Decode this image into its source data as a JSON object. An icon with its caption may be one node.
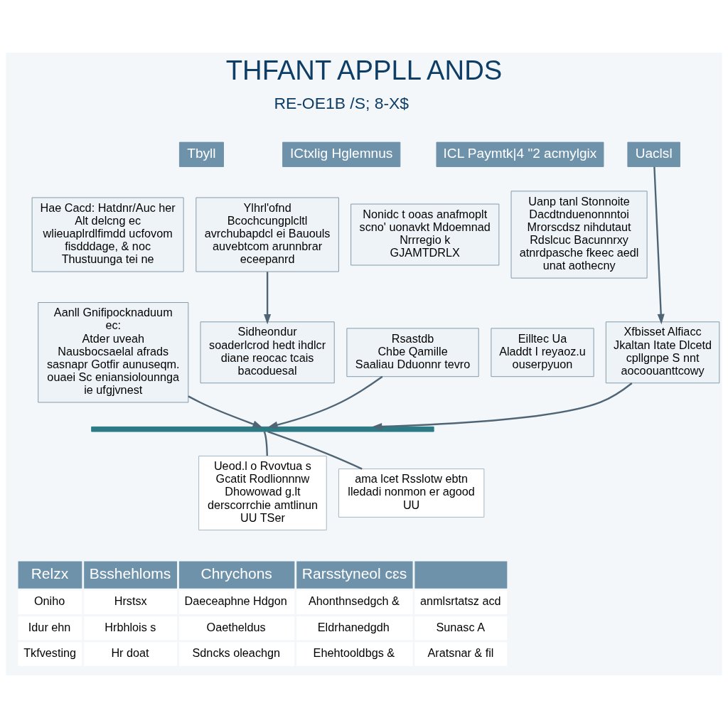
{
  "diagram": {
    "title": "THFANT APPLL ANDS",
    "nodes": [
      {
        "text": [
          "Tbyll"
        ]
      },
      {
        "text": [
          "ICtxlig Hglemnus"
        ]
      },
      {
        "text": [
          "ICL Paymtk|4 \"2 acmylgix"
        ]
      },
      {
        "text": [
          "Uaclsl"
        ]
      },
      {
        "text": [
          "Hae Cacd: Hatdnr/Auc her",
          "Alt delcng ec wlieuaplrdlfimdd ucfovom fisdddage, & noc Thustuunga tei ne"
        ]
      },
      {
        "text": [
          "Ylhrl'ofnd",
          "Bcochcungplcltl avrchubapdcl ei Bauouls auvebtcom arunnbrar eceepanrd"
        ]
      },
      {
        "text": [
          "Nonidc t ooas anafmoplt scno' uonavkt Mdoemnad Nrrregio k",
          "GJAMTDRLX"
        ]
      },
      {
        "text": [
          "Uanp tanl Stonnoite",
          "Dacdtnduenonnntoi Mrorscdsz nihdutaut Rdslcuc Bacunnrxy atnrdpasche fkeec aedl unat aothecny"
        ]
      },
      {
        "text": [
          "Aanll Gnifipocknaduum ec:",
          "Atder uveah Nausbocsaelal afrads sasnapr Gotfir aunuseqm. ouaei Sc eniansiolounnga ie ufgjvnest"
        ]
      },
      {
        "text": [
          "Sidheondur",
          "soaderlcrod hedt ihdlcr diane reocac tcais bacoduesal"
        ]
      },
      {
        "text": [
          "Rsastdb",
          "Chbe Qamille",
          "Saaliau Dduonnr tevro"
        ]
      },
      {
        "text": [
          "Eilltec Ua",
          "Aladdt I reyaoz.u ouserpyuon"
        ]
      },
      {
        "text": [
          "Xfbisset Alfiacc",
          "Jkaltan Itate Dlcetd cpllgnpe S nnt aocoouanttcowy"
        ]
      },
      {
        "text": [],
        "shape": "bar"
      },
      {
        "text": [
          "Ueod.l o Rvovtua s Gcatit Rodlionnnw",
          "Dhowowad g.lt derscorrchie amtlinun",
          "UU TSer"
        ]
      },
      {
        "text": [
          "ama lcet Rsslotw ebtn lledadi nonmon er agood UU"
        ]
      }
    ],
    "edges": [
      {
        "from": 5,
        "to": 9,
        "arrow": "to"
      },
      {
        "from": 3,
        "to": 12,
        "arrow": "to"
      },
      {
        "from": 8,
        "to": 13,
        "arrow": "to"
      },
      {
        "from": 10,
        "to": 13,
        "arrow": "to"
      },
      {
        "from": 12,
        "to": 13,
        "arrow": "to"
      },
      {
        "from": 13,
        "to": 14,
        "arrow": "none"
      },
      {
        "from": 13,
        "to": 15,
        "arrow": "none"
      }
    ],
    "labels": [
      "RE-OE1B /S; 8-X$",
      "Relzx",
      "Bsshehloms",
      "Chrychons",
      "Rarsstyneol cɛs",
      "Oniho",
      "Hrstsx",
      "Daeceaphne Hdgon",
      "Ahonthnsedgch &",
      "anmlsrtatsz acd",
      "Idur ehn",
      "Hrbhlois s",
      "Oaetheldus",
      "Eldrhanedgdh",
      "Sunasc A",
      "Tkfvesting",
      "Hr doat",
      "Sdncks oleachgn",
      "Ehehtooldbgs &",
      "Aratsnar & fil"
    ]
  }
}
